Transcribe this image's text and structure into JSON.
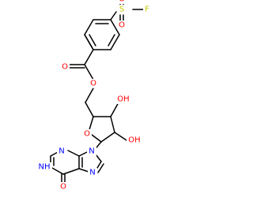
{
  "colors": {
    "background": "#ffffff",
    "bond": "#000000",
    "oxygen": "#ff0000",
    "nitrogen": "#0000ff",
    "sulfur": "#c8c800",
    "fluorine": "#c8c800"
  },
  "molecule": {
    "atoms": [
      {
        "id": "F",
        "symbol": "F",
        "label": "F"
      },
      {
        "id": "S",
        "symbol": "S",
        "label": "S"
      },
      {
        "id": "O_s1",
        "symbol": "O",
        "label": "O"
      },
      {
        "id": "O_s2",
        "symbol": "O",
        "label": "O"
      },
      {
        "id": "O_carbonyl",
        "symbol": "O",
        "label": "O"
      },
      {
        "id": "O_ester",
        "symbol": "O",
        "label": "O"
      },
      {
        "id": "O_ring",
        "symbol": "O",
        "label": "O"
      },
      {
        "id": "OH3",
        "symbol": "O",
        "label": "OH"
      },
      {
        "id": "OH2",
        "symbol": "O",
        "label": "OH"
      },
      {
        "id": "N9",
        "symbol": "N",
        "label": "N"
      },
      {
        "id": "N7",
        "symbol": "N",
        "label": "N"
      },
      {
        "id": "N3",
        "symbol": "N",
        "label": "N"
      },
      {
        "id": "NH1",
        "symbol": "N",
        "label": "NH"
      },
      {
        "id": "O6",
        "symbol": "O",
        "label": "O"
      }
    ]
  }
}
